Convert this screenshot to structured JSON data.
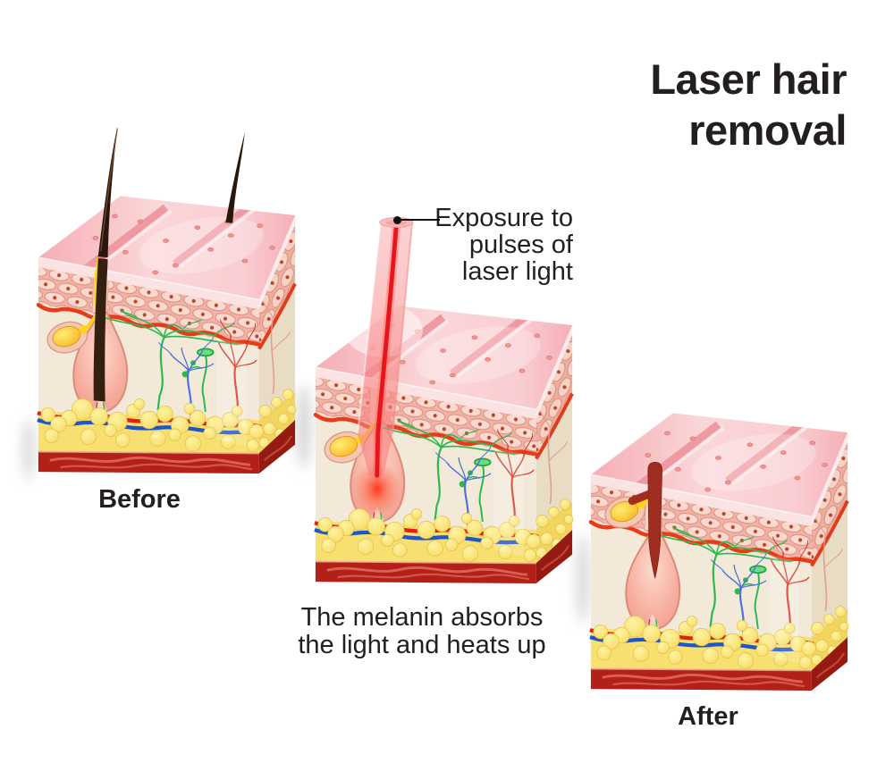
{
  "title": "Laser hair\nremoval",
  "panels": {
    "before": {
      "label": "Before"
    },
    "during": {
      "callout": "Exposure to\npulses of\nlaser light",
      "caption": "The melanin absorbs\nthe light and heats up"
    },
    "after": {
      "label": "After"
    }
  },
  "colors": {
    "title_text": "#231f20",
    "skin_surface_pink": "#f8c4c9",
    "epidermis_pink": "#f2b2a6",
    "dermis_beige": "#f2e9d9",
    "fat_yellow": "#f8e070",
    "muscle_red": "#b22017",
    "nerve_green": "#2db84d",
    "vessel_red": "#d63220",
    "vessel_blue": "#4a72d8",
    "hair_brown": "#2a170b",
    "sebum_yellow": "#ffd21e",
    "laser_beam_pink": "#f6a2a2",
    "laser_core_red": "#e81520"
  }
}
